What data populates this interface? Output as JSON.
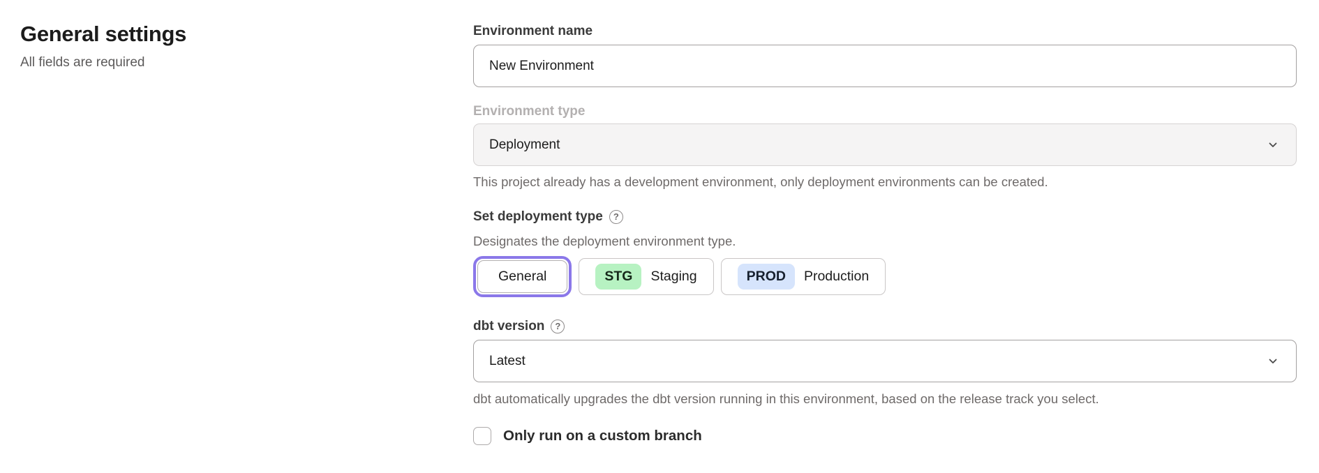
{
  "page": {
    "title": "General settings",
    "subtitle": "All fields are required"
  },
  "form": {
    "environment_name": {
      "label": "Environment name",
      "value": "New Environment"
    },
    "environment_type": {
      "label": "Environment type",
      "value": "Deployment",
      "disabled": true,
      "helper": "This project already has a development environment, only deployment environments can be created."
    },
    "deployment_type": {
      "label": "Set deployment type",
      "description": "Designates the deployment environment type.",
      "options": [
        {
          "label": "General",
          "badge": "",
          "selected": true
        },
        {
          "label": "Staging",
          "badge": "STG",
          "selected": false
        },
        {
          "label": "Production",
          "badge": "PROD",
          "selected": false
        }
      ]
    },
    "dbt_version": {
      "label": "dbt version",
      "value": "Latest",
      "helper": "dbt automatically upgrades the dbt version running in this environment, based on the release track you select."
    },
    "custom_branch": {
      "label": "Only run on a custom branch",
      "checked": false
    }
  },
  "icons": {
    "help_glyph": "?",
    "chevron": "chevron-down",
    "help": "question-circle"
  },
  "colors": {
    "accent_selected_ring": "#8b78e9",
    "staging_badge_bg": "#b7f2c2",
    "production_badge_bg": "#d6e4fc",
    "disabled_field_bg": "#f5f4f4",
    "field_border": "#a3a0a0",
    "muted_text": "#6e6a69"
  }
}
